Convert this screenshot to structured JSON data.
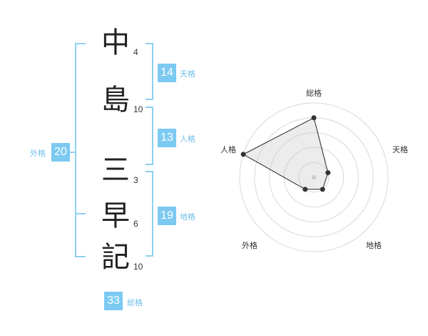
{
  "name_chars": [
    {
      "char": "中",
      "strokes": "4"
    },
    {
      "char": "島",
      "strokes": "10"
    },
    {
      "char": "三",
      "strokes": "3"
    },
    {
      "char": "早",
      "strokes": "6"
    },
    {
      "char": "記",
      "strokes": "10"
    }
  ],
  "kaku": {
    "tenkaku": {
      "value": "14",
      "label": "天格"
    },
    "jinkaku": {
      "value": "13",
      "label": "人格"
    },
    "chikaku": {
      "value": "19",
      "label": "地格"
    },
    "gaikaku": {
      "value": "20",
      "label": "外格"
    },
    "soukaku": {
      "value": "33",
      "label": "総格"
    }
  },
  "colors": {
    "accent": "#7ccaf2",
    "bracket": "#8fd0f0"
  },
  "chart_data": {
    "type": "radar",
    "axes": [
      "総格",
      "天格",
      "地格",
      "外格",
      "人格"
    ],
    "values": [
      4,
      1,
      1,
      1,
      5
    ],
    "rlim": [
      0,
      5
    ]
  }
}
